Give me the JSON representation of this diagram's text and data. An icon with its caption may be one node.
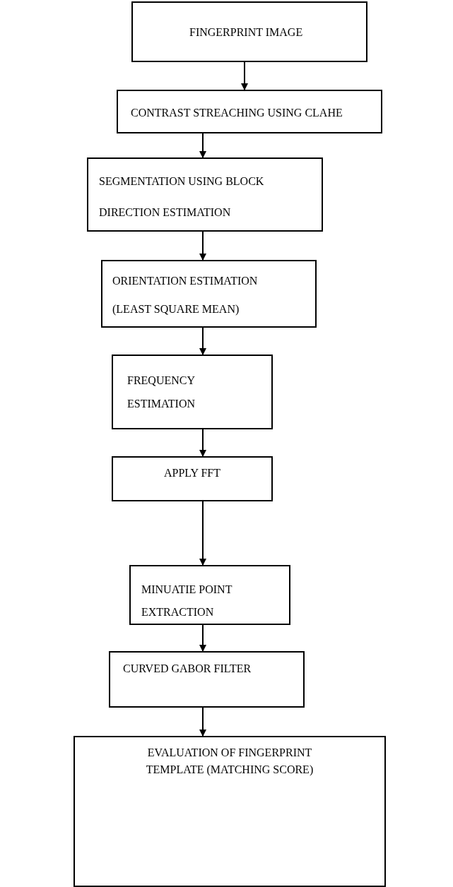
{
  "diagram": {
    "nodes": [
      {
        "text": [
          "FINGERPRINT IMAGE"
        ]
      },
      {
        "text": [
          "CONTRAST STREACHING USING CLAHE"
        ]
      },
      {
        "text": [
          "SEGMENTATION USING BLOCK DIRECTION ESTIMATION"
        ]
      },
      {
        "text": [
          "ORIENTATION ESTIMATION (LEAST SQUARE MEAN)"
        ]
      },
      {
        "text": [
          "FREQUENCY ESTIMATION"
        ]
      },
      {
        "text": [
          "APPLY FFT"
        ]
      },
      {
        "text": [
          "MINUATIE POINT EXTRACTION"
        ]
      },
      {
        "text": [
          "CURVED GABOR FILTER"
        ]
      },
      {
        "text": [
          "EVALUATION OF FINGERPRINT TEMPLATE (MATCHING SCORE)"
        ]
      }
    ],
    "edges": [
      {
        "from": 0,
        "to": 1,
        "arrow": "to"
      },
      {
        "from": 1,
        "to": 2,
        "arrow": "to"
      },
      {
        "from": 2,
        "to": 3,
        "arrow": "to"
      },
      {
        "from": 3,
        "to": 4,
        "arrow": "to"
      },
      {
        "from": 4,
        "to": 5,
        "arrow": "to"
      },
      {
        "from": 5,
        "to": 6,
        "arrow": "to"
      },
      {
        "from": 6,
        "to": 7,
        "arrow": "to"
      },
      {
        "from": 7,
        "to": 8,
        "arrow": "to"
      }
    ]
  }
}
